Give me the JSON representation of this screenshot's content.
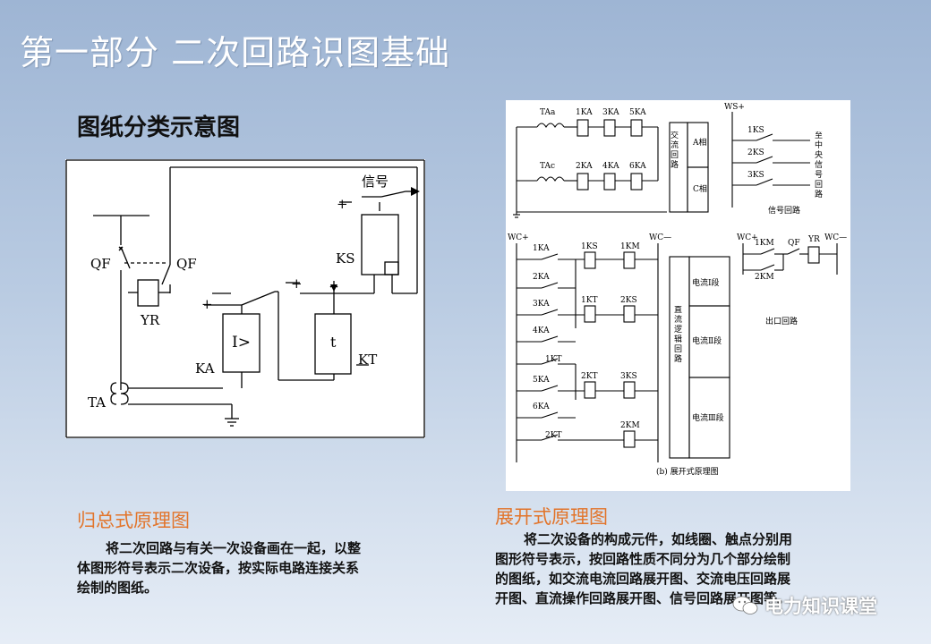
{
  "page": {
    "title": "第一部分  二次回路识图基础",
    "subtitle": "图纸分类示意图"
  },
  "left_diagram": {
    "labels": {
      "signal": "信号",
      "plus_signal": "+",
      "ks": "KS",
      "qf_left": "QF",
      "qf_right": "QF",
      "plus_kt": "+",
      "yr": "YR",
      "plus_ka": "+",
      "ka_symbol": "I>",
      "kt_symbol": "t",
      "ka": "KA",
      "kt": "KT",
      "ta": "TA"
    }
  },
  "right_diagram": {
    "labels": {
      "taa": "TAa",
      "tac": "TAc",
      "ka1": "1KA",
      "ka3": "3KA",
      "ka5": "5KA",
      "ka2": "2KA",
      "ka4": "4KA",
      "ka6": "6KA",
      "ac_loop": "交流回路",
      "phase_a": "A相",
      "phase_c": "C相",
      "ws_plus": "WS+",
      "ks1": "1KS",
      "ks2": "2KS",
      "ks3": "3KS",
      "to_central": "至中央信号回路",
      "signal_loop": "信号回路",
      "wc_plus": "WC+",
      "wc_minus": "WC—",
      "r_1ka": "1KA",
      "r_2ka": "2KA",
      "r_3ka": "3KA",
      "r_4ka": "4KA",
      "r_1kt": "1KT",
      "r_5ka": "5KA",
      "r_6ka": "6KA",
      "r_2kt": "2KT",
      "r_1ks": "1KS",
      "r_1km": "1KM",
      "r_1kt_coil": "1KT",
      "r_2ks": "2KS",
      "r_2kt_coil": "2KT",
      "r_3ks": "3KS",
      "r_2km": "2KM",
      "dc_logic": "直流逻辑回路",
      "current_1": "电流Ⅰ段",
      "current_2": "电流Ⅱ段",
      "current_3": "电流Ⅲ段",
      "wc_plus2": "WC+",
      "wc_minus2": "WC—",
      "o_1km": "1KM",
      "o_2km": "2KM",
      "o_qf": "QF",
      "o_yr": "YR",
      "exit_loop": "出口回路",
      "caption": "(b) 展开式原理图"
    }
  },
  "sections": {
    "left_title": "归总式原理图",
    "left_desc_1": "将二次回路与有关一次设备画在一起，以整",
    "left_desc_2": "体图形符号表示二次设备，按实际电路连接关系",
    "left_desc_3": "绘制的图纸。",
    "right_title": "展开式原理图",
    "right_desc_1": "将二次设备的构成元件，如线圈、触点分别用",
    "right_desc_2": "图形符号表示，按回路性质不同分为几个部分绘制",
    "right_desc_3": "的图纸，如交流电流回路展开图、交流电压回路展",
    "right_desc_4": "开图、直流操作回路展开图、信号回路展开图等。"
  },
  "watermark": {
    "text": "电力知识课堂",
    "icon": "wechat-icon"
  }
}
